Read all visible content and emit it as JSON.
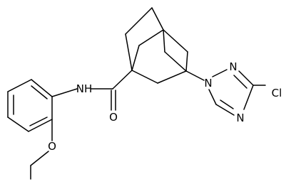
{
  "molecule": {
    "atoms": {
      "nh": "NH",
      "carbonyl_o": "O",
      "ether_o": "O",
      "n1": "N",
      "n2": "N",
      "n4": "N",
      "cl": "Cl"
    }
  }
}
